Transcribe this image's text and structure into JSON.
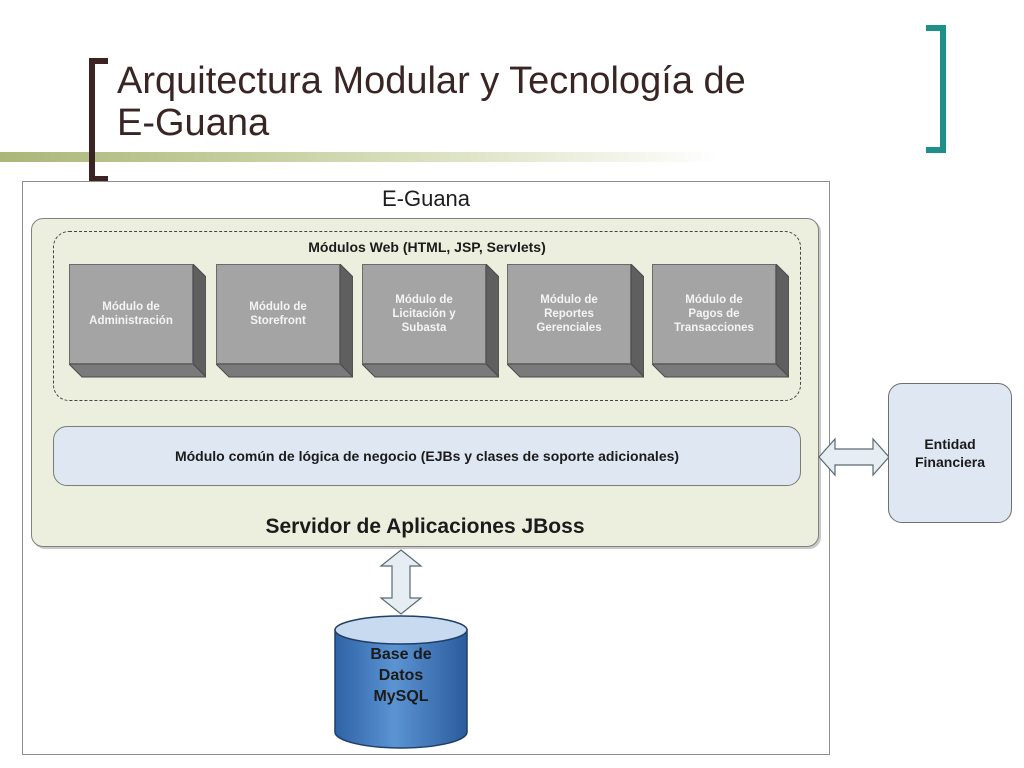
{
  "slide": {
    "title": "Arquitectura Modular y Tecnología de\nE-Guana"
  },
  "diagram": {
    "frame_label": "E-Guana",
    "server_label": "Servidor de Aplicaciones JBoss",
    "web_group_label": "Módulos Web (HTML, JSP, Servlets)",
    "modules": [
      {
        "label": "Módulo de\nAdministración"
      },
      {
        "label": "Módulo de\nStorefront"
      },
      {
        "label": "Módulo de\nLicitación y\nSubasta"
      },
      {
        "label": "Módulo de\nReportes\nGerenciales"
      },
      {
        "label": "Módulo de\nPagos de\nTransacciones"
      }
    ],
    "logic_module_label": "Módulo común de lógica de negocio (EJBs y clases de soporte adicionales)",
    "financial_entity_label": "Entidad\nFinanciera",
    "database_label": "Base de\nDatos\nMySQL"
  },
  "colors": {
    "title_text": "#3a2525",
    "accent_bracket_left": "#3b2323",
    "accent_bracket_right": "#1f8f8a",
    "module_face": "#a4a4a4",
    "server_fill": "#ecefde",
    "logic_fill": "#dfe7f3",
    "database_fill": "#3f78bb"
  }
}
